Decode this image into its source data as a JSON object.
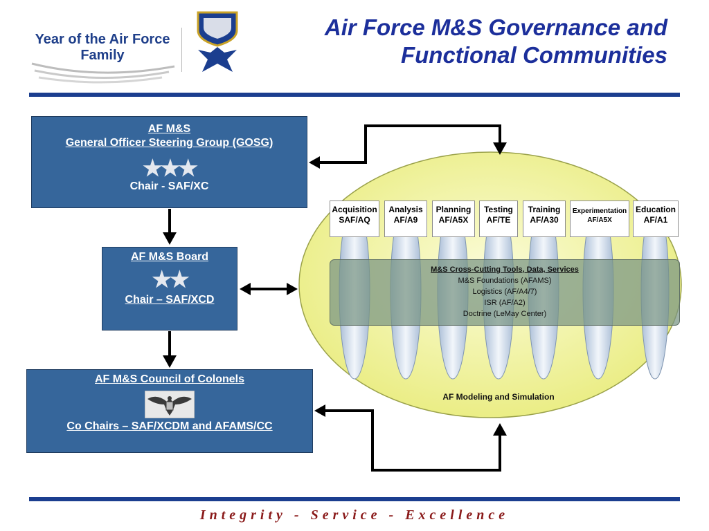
{
  "header": {
    "logo_line1": "Year of the Air Force",
    "logo_line2": "Family",
    "title_line1": "Air Force M&S Governance and",
    "title_line2": "Functional Communities",
    "colors": {
      "title": "#1c2f9b",
      "rule": "#1b3e8f",
      "box": "#36669b",
      "ellipse": "#eef08a",
      "footer": "#8a1a1a"
    }
  },
  "gosg": {
    "line1": "AF M&S ",
    "line2": " General Officer Steering Group (GOSG)",
    "stars": "★★★",
    "chair": "Chair - SAF/XC"
  },
  "board": {
    "title": "AF M&S Board",
    "stars": "★★",
    "chair": "Chair – SAF/XCD"
  },
  "council": {
    "title": "AF M&S  Council of Colonels",
    "emblem": "colonel-eagle-insignia",
    "chairs": "Co Chairs – SAF/XCDM and AFAMS/CC"
  },
  "communities": [
    {
      "name": "Acquisition",
      "office": "SAF/AQ"
    },
    {
      "name": "Analysis",
      "office": "AF/A9"
    },
    {
      "name": "Planning",
      "office": "AF/A5X"
    },
    {
      "name": "Testing",
      "office": "AF/TE"
    },
    {
      "name": "Training",
      "office": "AF/A30"
    },
    {
      "name": "Experimentation",
      "office": "AF/A5X"
    },
    {
      "name": "Education",
      "office": "AF/A1"
    }
  ],
  "cross_cutting": {
    "heading": "M&S Cross-Cutting Tools, Data, Services",
    "items": [
      "M&S Foundations (AFAMS)",
      "Logistics (AF/A4/7)",
      "ISR (AF/A2)",
      "Doctrine (LeMay Center)"
    ]
  },
  "ellipse_label": "AF Modeling and Simulation",
  "footer": "Integrity - Service - Excellence"
}
